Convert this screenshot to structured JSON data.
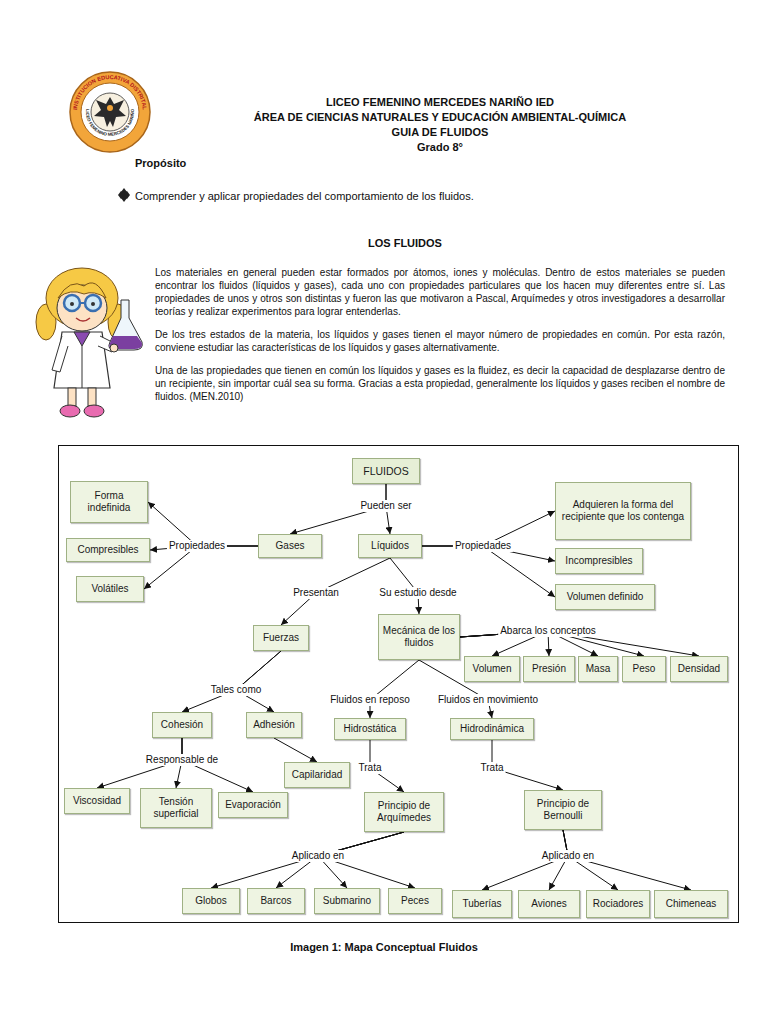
{
  "diagram": {
    "title": "LICEO FEMENINO MERCEDES NARIÑO IED",
    "caption": "Imagen 1: Mapa Conceptual Fluidos",
    "nodes": [
      {
        "text": [
          "FLUIDOS"
        ]
      },
      {
        "text": [
          "Gases"
        ]
      },
      {
        "text": [
          "Líquidos"
        ]
      },
      {
        "text": [
          "Forma indefinida"
        ]
      },
      {
        "text": [
          "Compresibles"
        ]
      },
      {
        "text": [
          "Volátiles"
        ]
      },
      {
        "text": [
          "Adquieren la forma del recipiente que los contenga"
        ]
      },
      {
        "text": [
          "Incompresibles"
        ]
      },
      {
        "text": [
          "Volumen definido"
        ]
      },
      {
        "text": [
          "Fuerzas"
        ]
      },
      {
        "text": [
          "Mecánica de los fluidos"
        ]
      },
      {
        "text": [
          "Volumen"
        ]
      },
      {
        "text": [
          "Presión"
        ]
      },
      {
        "text": [
          "Masa"
        ]
      },
      {
        "text": [
          "Peso"
        ]
      },
      {
        "text": [
          "Densidad"
        ]
      },
      {
        "text": [
          "Cohesión"
        ]
      },
      {
        "text": [
          "Adhesión"
        ]
      },
      {
        "text": [
          "Hidrostática"
        ]
      },
      {
        "text": [
          "Hidrodinámica"
        ]
      },
      {
        "text": [
          "Viscosidad"
        ]
      },
      {
        "text": [
          "Tensión superficial"
        ]
      },
      {
        "text": [
          "Evaporación"
        ]
      },
      {
        "text": [
          "Capilaridad"
        ]
      },
      {
        "text": [
          "Principio de Arquímedes"
        ]
      },
      {
        "text": [
          "Principio de Bernoulli"
        ]
      },
      {
        "text": [
          "Globos"
        ]
      },
      {
        "text": [
          "Barcos"
        ]
      },
      {
        "text": [
          "Submarino"
        ]
      },
      {
        "text": [
          "Peces"
        ]
      },
      {
        "text": [
          "Tuberías"
        ]
      },
      {
        "text": [
          "Aviones"
        ]
      },
      {
        "text": [
          "Rociadores"
        ]
      },
      {
        "text": [
          "Chimeneas"
        ]
      }
    ],
    "edges": [
      {
        "from": 0,
        "to": 1,
        "arrow": "to",
        "label": "Pueden ser"
      },
      {
        "from": 0,
        "to": 2,
        "arrow": "to"
      },
      {
        "from": 1,
        "to": 3,
        "arrow": "to",
        "label": "Propiedades"
      },
      {
        "from": 1,
        "to": 4,
        "arrow": "to"
      },
      {
        "from": 1,
        "to": 5,
        "arrow": "to"
      },
      {
        "from": 2,
        "to": 6,
        "arrow": "to",
        "label": "Propiedades"
      },
      {
        "from": 2,
        "to": 7,
        "arrow": "to"
      },
      {
        "from": 2,
        "to": 8,
        "arrow": "to"
      },
      {
        "from": 2,
        "to": 9,
        "arrow": "to",
        "label": "Presentan"
      },
      {
        "from": 2,
        "to": 10,
        "arrow": "to",
        "label": "Su estudio desde"
      },
      {
        "from": 10,
        "to": 11,
        "arrow": "to",
        "label": "Abarca los conceptos"
      },
      {
        "from": 10,
        "to": 12,
        "arrow": "to"
      },
      {
        "from": 10,
        "to": 13,
        "arrow": "to"
      },
      {
        "from": 10,
        "to": 14,
        "arrow": "to"
      },
      {
        "from": 10,
        "to": 15,
        "arrow": "to"
      },
      {
        "from": 9,
        "to": 16,
        "arrow": "to",
        "label": "Tales como"
      },
      {
        "from": 9,
        "to": 17,
        "arrow": "to"
      },
      {
        "from": 10,
        "to": 18,
        "arrow": "to",
        "label": "Fluidos en reposo"
      },
      {
        "from": 10,
        "to": 19,
        "arrow": "to",
        "label": "Fluidos en movimiento"
      },
      {
        "from": 16,
        "to": 20,
        "arrow": "to",
        "label": "Responsable de"
      },
      {
        "from": 16,
        "to": 21,
        "arrow": "to"
      },
      {
        "from": 16,
        "to": 22,
        "arrow": "to"
      },
      {
        "from": 17,
        "to": 23,
        "arrow": "to"
      },
      {
        "from": 18,
        "to": 24,
        "arrow": "to",
        "label": "Trata"
      },
      {
        "from": 19,
        "to": 25,
        "arrow": "to",
        "label": "Trata"
      },
      {
        "from": 24,
        "to": 26,
        "arrow": "to",
        "label": "Aplicado en"
      },
      {
        "from": 24,
        "to": 27,
        "arrow": "to"
      },
      {
        "from": 24,
        "to": 28,
        "arrow": "to"
      },
      {
        "from": 24,
        "to": 29,
        "arrow": "to"
      },
      {
        "from": 25,
        "to": 30,
        "arrow": "to",
        "label": "Aplicado en"
      },
      {
        "from": 25,
        "to": 31,
        "arrow": "to"
      },
      {
        "from": 25,
        "to": 32,
        "arrow": "to"
      },
      {
        "from": 25,
        "to": 33,
        "arrow": "to"
      }
    ],
    "labels": [
      "ÁREA DE CIENCIAS NATURALES Y EDUCACIÓN AMBIENTAL-QUÍMICA",
      "GUIA DE FLUIDOS",
      "Grado 8°",
      "Propósito",
      "Comprender y aplicar propiedades del comportamiento de los fluidos.",
      "LOS FLUIDOS",
      "Los materiales en general pueden estar formados por átomos, iones y moléculas. Dentro de estos materiales se pueden encontrar los fluidos (líquidos y gases), cada uno con propiedades particulares que los hacen muy diferentes entre sí. Las propiedades de unos y otros son distintas y fueron las que motivaron a Pascal, Arquímedes y otros investigadores a desarrollar teorías y realizar experimentos para lograr entenderlas.",
      "De los tres estados de la materia, los líquidos y gases tienen el mayor número de propiedades en común. Por esta razón, conviene estudiar las características de los líquidos y gases alternativamente.",
      "Una de las propiedades que tienen en común los líquidos y gases es la fluidez, es decir la capacidad de desplazarse dentro de un recipiente, sin importar cuál sea su forma. Gracias a esta propiedad, generalmente los líquidos y gases reciben el nombre de fluidos. (MEN.2010)",
      "INSTITUCION EDUCATIVA DISTRITAL",
      "LICEO FEMENINO MERCEDES NARIÑO"
    ]
  }
}
